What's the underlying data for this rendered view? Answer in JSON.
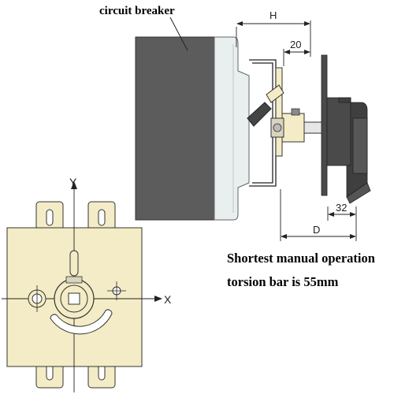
{
  "labels": {
    "circuit_breaker": "circuit breaker",
    "dim_h": "H",
    "dim_20": "20",
    "dim_32": "32",
    "dim_d": "D",
    "axis_x": "X",
    "axis_y": "Y"
  },
  "note": {
    "line1": "Shortest manual operation",
    "line2": "torsion bar is 55mm"
  },
  "colors": {
    "breaker_body": "#5c5c5c",
    "breaker_front": "#e9eeee",
    "bracket_plate": "#f3ecc6",
    "handle_dark": "#3f3f3f",
    "line": "#222222"
  }
}
